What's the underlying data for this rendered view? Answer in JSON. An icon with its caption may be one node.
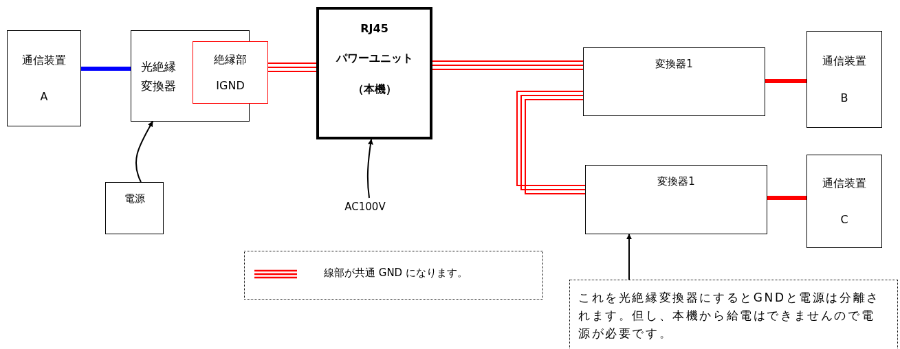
{
  "diagram": {
    "nodes": [
      {
        "text": [
          "通信装置",
          "A"
        ]
      },
      {
        "text": [
          "光絶縁変換器"
        ]
      },
      {
        "text": [
          "絶縁部",
          "IGND"
        ]
      },
      {
        "text": [
          "電源"
        ]
      },
      {
        "text": [
          "RJ45",
          "パワーユニット",
          "（本機）"
        ]
      },
      {
        "text": [
          "AC100V"
        ]
      },
      {
        "text": [
          "変換器1"
        ]
      },
      {
        "text": [
          "通信装置",
          "B"
        ]
      },
      {
        "text": [
          "変換器1"
        ]
      },
      {
        "text": [
          "通信装置",
          "C"
        ]
      },
      {
        "text": [
          "これを光絶縁変換器にするとGNDと電源は分離されます。但し、本機から給電はできませんので電源が必要です。"
        ]
      }
    ],
    "edges": [
      {
        "from": 0,
        "to": 1,
        "arrow": "none",
        "style": "thick",
        "color": "#0000ff"
      },
      {
        "from": 2,
        "to": 4,
        "arrow": "none",
        "color": "#ff0000"
      },
      {
        "from": 4,
        "to": 6,
        "arrow": "none",
        "color": "#ff0000"
      },
      {
        "from": 6,
        "to": 8,
        "arrow": "none",
        "color": "#ff0000"
      },
      {
        "from": 6,
        "to": 7,
        "arrow": "none",
        "style": "thick",
        "color": "#ff0000"
      },
      {
        "from": 8,
        "to": 9,
        "arrow": "none",
        "style": "thick",
        "color": "#ff0000"
      },
      {
        "from": 3,
        "to": 1,
        "arrow": "to",
        "color": "#000000"
      },
      {
        "from": 5,
        "to": 4,
        "arrow": "to",
        "color": "#000000"
      },
      {
        "from": 10,
        "to": 8,
        "arrow": "to",
        "color": "#000000"
      }
    ],
    "legend": [
      {
        "text": "線部が共通 GND になります。"
      }
    ]
  }
}
